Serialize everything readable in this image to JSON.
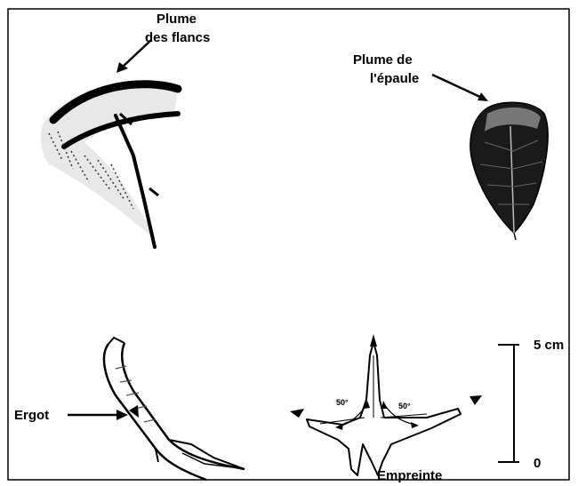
{
  "labels": {
    "flank_feather_line1": "Plume",
    "flank_feather_line2": "des flancs",
    "shoulder_feather_line1": "Plume de",
    "shoulder_feather_line2": "l'épaule",
    "spur": "Ergot",
    "footprint": "Empreinte",
    "angle_left": "50°",
    "angle_right": "50°",
    "scale_top": "5 cm",
    "scale_bottom": "0"
  },
  "colors": {
    "ink": "#000000",
    "background": "#ffffff"
  }
}
